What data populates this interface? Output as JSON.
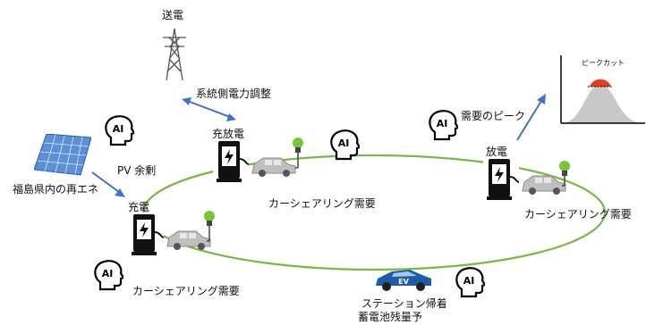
{
  "labels": {
    "transmission": "送電",
    "grid_adjust": "系統側電力調整",
    "discharge_charge": "充放電",
    "pv_surplus": "PV 余剰",
    "fukushima_renewables": "福島県内の再エネ",
    "charge": "充電",
    "carshare_left": "カーシェアリング需要",
    "carshare_center": "カーシェアリング需要",
    "carshare_right": "カーシェアリング需要",
    "discharge": "放電",
    "demand_peak": "需要のピーク",
    "peak_cut": "ピークカット",
    "station_return": "ステーション帰着",
    "battery_forecast": "蓄電池残量予",
    "ai": "AI",
    "ev_text": "EV"
  },
  "colors": {
    "loop": "#7ab648",
    "arrow": "#4472c4",
    "plug": "#79c535",
    "charger": "#111111",
    "car": "#bfbfbf",
    "ev_blue": "#1f5ca8",
    "peak_red": "#e53b1e",
    "curve_gray": "#c8c8c8"
  },
  "icons": [
    "transmission-tower-icon",
    "solar-panel-icon",
    "ai-head-icon",
    "charger-icon",
    "car-icon",
    "ev-car-icon",
    "peak-chart-icon"
  ]
}
